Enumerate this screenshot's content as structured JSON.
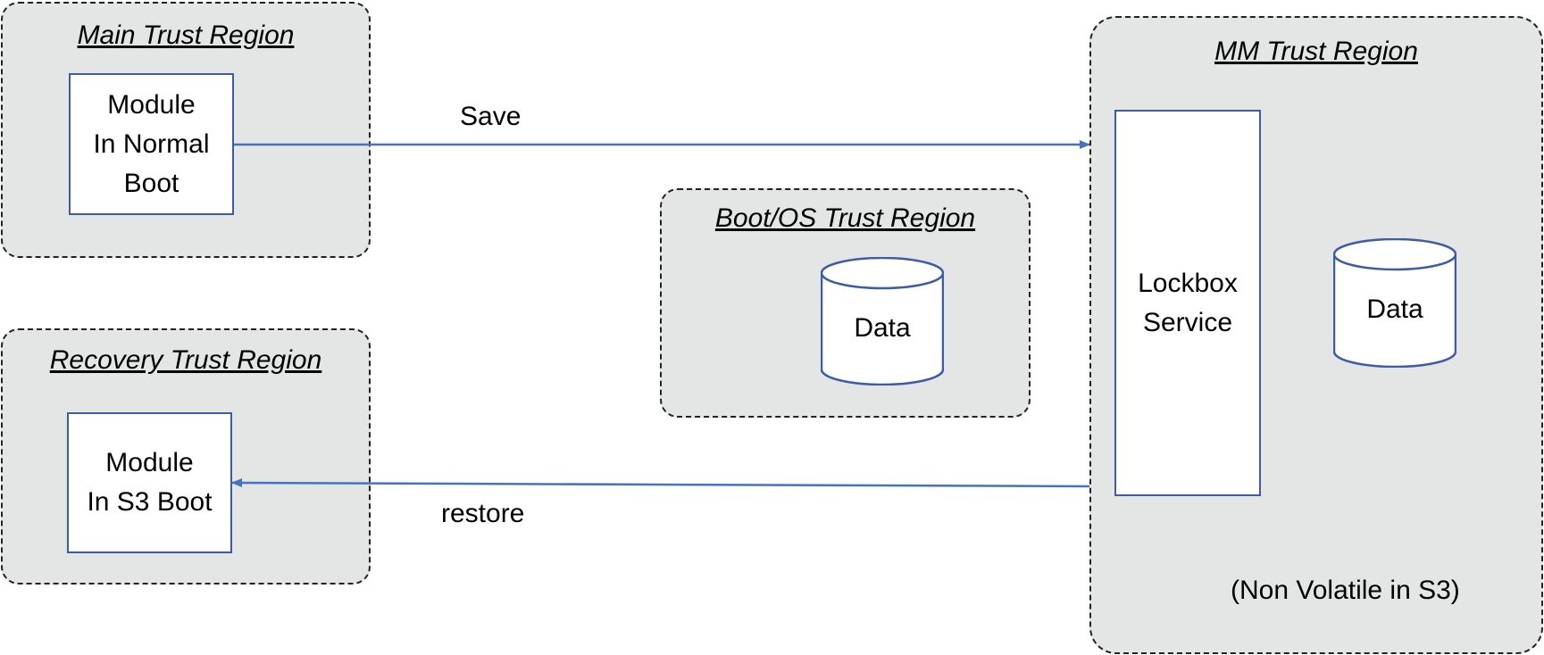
{
  "regions": {
    "main": {
      "title": "Main Trust Region"
    },
    "recovery": {
      "title": "Recovery Trust Region"
    },
    "boot_os": {
      "title": "Boot/OS Trust Region"
    },
    "mm": {
      "title": "MM Trust Region",
      "note": "(Non Volatile in S3)"
    }
  },
  "nodes": {
    "module_normal": "Module\nIn Normal\nBoot",
    "module_s3": "Module\nIn S3 Boot",
    "lockbox": "Lockbox\nService",
    "data_boot_os": "Data",
    "data_mm": "Data"
  },
  "edges": {
    "save": "Save",
    "restore": "restore"
  },
  "colors": {
    "region_fill": "#e4e5e5",
    "region_border": "#222222",
    "node_border": "#3d5ca8",
    "arrow": "#4472c4"
  }
}
